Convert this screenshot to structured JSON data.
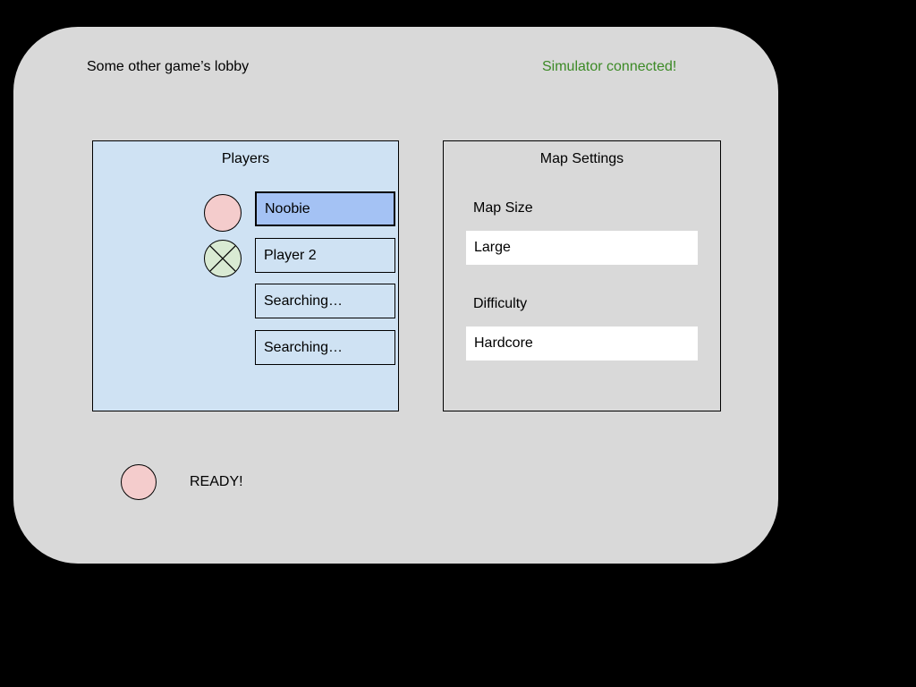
{
  "window": {
    "background_color": "#000000",
    "panel_color": "#d9d9d9"
  },
  "header": {
    "title": "Some other game’s lobby",
    "status_text": "Simulator connected!",
    "status_color": "#3c8a26"
  },
  "players_panel": {
    "title": "Players",
    "background_color": "#cfe2f3",
    "selected_color": "#a4c2f4",
    "slots": [
      {
        "label": "Noobie",
        "selected": true,
        "has_dot": true,
        "dot_icon": "ready-circle-icon",
        "dot_color": "#f4cccc"
      },
      {
        "label": "Player 2",
        "selected": false,
        "has_dot": true,
        "dot_icon": "not-ready-circle-icon",
        "dot_color": "#d9ead3"
      },
      {
        "label": "Searching…",
        "selected": false,
        "has_dot": false,
        "dot_icon": "",
        "dot_color": ""
      },
      {
        "label": "Searching…",
        "selected": false,
        "has_dot": false,
        "dot_icon": "",
        "dot_color": ""
      }
    ]
  },
  "map_settings_panel": {
    "title": "Map Settings",
    "background_color": "#d9d9d9",
    "fields": [
      {
        "label": "Map Size",
        "value": "Large"
      },
      {
        "label": "Difficulty",
        "value": "Hardcore"
      }
    ]
  },
  "ready_control": {
    "label": "READY!",
    "dot_icon": "ready-circle-icon",
    "dot_color": "#f4cccc"
  }
}
